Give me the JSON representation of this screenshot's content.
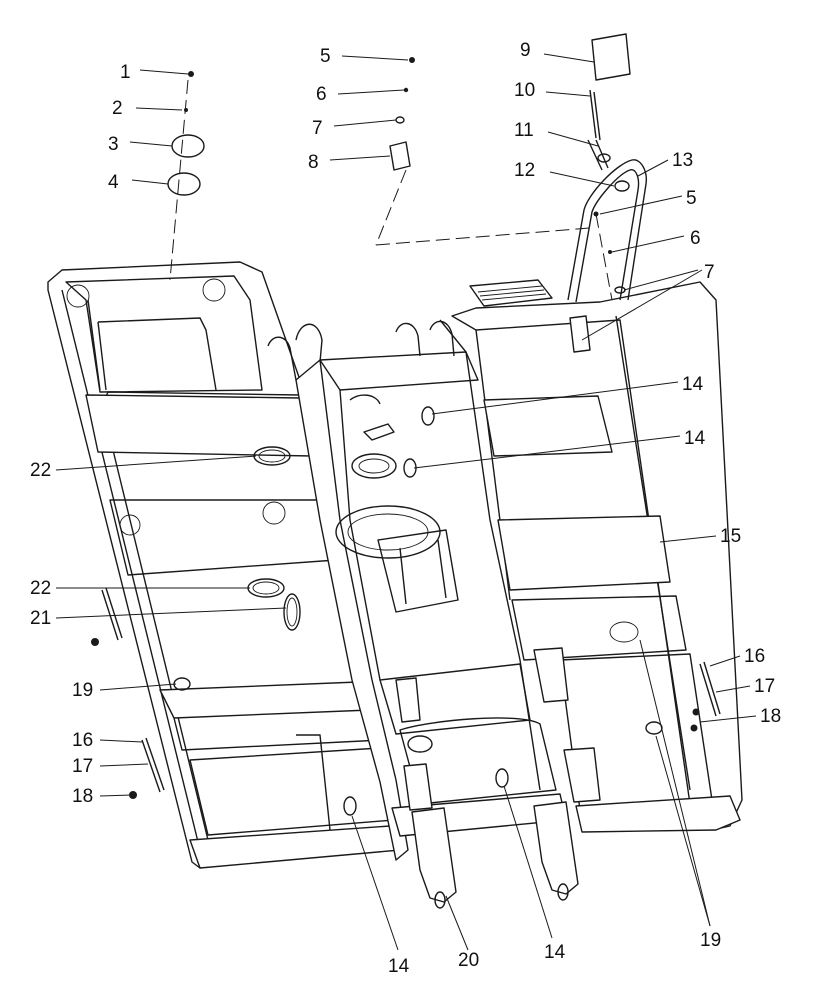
{
  "callouts": [
    {
      "id": "c1",
      "text": "1"
    },
    {
      "id": "c2",
      "text": "2"
    },
    {
      "id": "c3",
      "text": "3"
    },
    {
      "id": "c4",
      "text": "4"
    },
    {
      "id": "c5a",
      "text": "5"
    },
    {
      "id": "c6a",
      "text": "6"
    },
    {
      "id": "c7a",
      "text": "7"
    },
    {
      "id": "c8",
      "text": "8"
    },
    {
      "id": "c9",
      "text": "9"
    },
    {
      "id": "c10",
      "text": "10"
    },
    {
      "id": "c11",
      "text": "11"
    },
    {
      "id": "c12",
      "text": "12"
    },
    {
      "id": "c13",
      "text": "13"
    },
    {
      "id": "c5b",
      "text": "5"
    },
    {
      "id": "c6b",
      "text": "6"
    },
    {
      "id": "c7b",
      "text": "7"
    },
    {
      "id": "c14a",
      "text": "14"
    },
    {
      "id": "c14b",
      "text": "14"
    },
    {
      "id": "c15",
      "text": "15"
    },
    {
      "id": "c16a",
      "text": "16"
    },
    {
      "id": "c17a",
      "text": "17"
    },
    {
      "id": "c18a",
      "text": "18"
    },
    {
      "id": "c22a",
      "text": "22"
    },
    {
      "id": "c22b",
      "text": "22"
    },
    {
      "id": "c21",
      "text": "21"
    },
    {
      "id": "c19a",
      "text": "19"
    },
    {
      "id": "c16b",
      "text": "16"
    },
    {
      "id": "c17b",
      "text": "17"
    },
    {
      "id": "c18b",
      "text": "18"
    },
    {
      "id": "c14c",
      "text": "14"
    },
    {
      "id": "c20",
      "text": "20"
    },
    {
      "id": "c14d",
      "text": "14"
    },
    {
      "id": "c19b",
      "text": "19"
    }
  ]
}
